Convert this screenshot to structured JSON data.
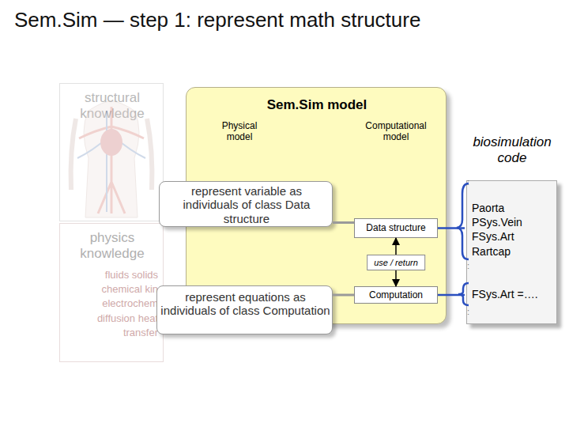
{
  "diagram": {
    "title": "Sem.Sim — step 1: represent math structure",
    "nodes": [
      {
        "text": [
          "structural knowledge"
        ]
      },
      {
        "text": [
          "physics knowledge",
          "fluids solids chemical kin electrochem diffusion heat transfer"
        ]
      },
      {
        "text": [
          "Sem.Sim model",
          "Physical model",
          "Computational model"
        ]
      },
      {
        "text": [
          "represent variable as individuals of class Data structure"
        ],
        "in": 2
      },
      {
        "text": [
          "represent equations as individuals of class Computation"
        ],
        "in": 2
      },
      {
        "text": [
          "Data structure"
        ],
        "in": 2
      },
      {
        "text": [
          "Computation"
        ],
        "in": 2
      },
      {
        "text": [
          "biosimulation code",
          "Paorta PSys.Vein FSys.Art Rartcap",
          "FSys.Art =…."
        ]
      }
    ],
    "edges": [
      {
        "from": 3,
        "to": 5,
        "arrow": "none"
      },
      {
        "from": 4,
        "to": 6,
        "arrow": "none"
      },
      {
        "from": 6,
        "to": 5,
        "arrow": "both",
        "label": "use / return"
      },
      {
        "from": 5,
        "to": 7,
        "arrow": "none"
      },
      {
        "from": 6,
        "to": 7,
        "arrow": "none"
      }
    ],
    "labels": [
      ":",
      ":",
      ":"
    ]
  }
}
